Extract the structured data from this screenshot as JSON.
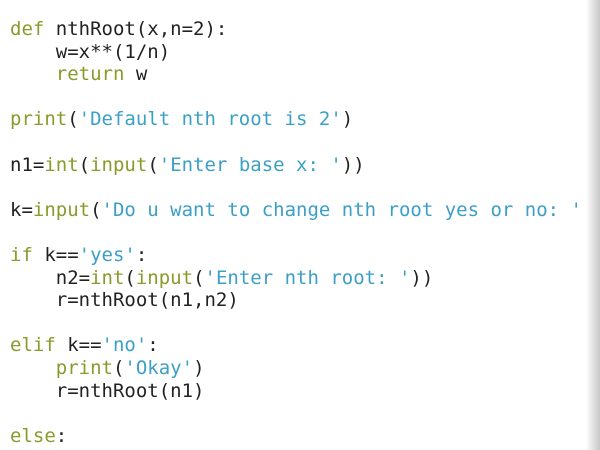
{
  "editor": {
    "colors": {
      "keyword": "#8b9a2a",
      "string": "#3b9fc6",
      "text": "#222222",
      "background": "#ffffff"
    },
    "lines": [
      [
        {
          "t": "def",
          "c": "kw"
        },
        {
          "t": " nthRoot(x,n=2):",
          "c": "txt"
        }
      ],
      [
        {
          "t": "    w=x**(1/n)",
          "c": "txt"
        }
      ],
      [
        {
          "t": "    ",
          "c": "txt"
        },
        {
          "t": "return",
          "c": "kw"
        },
        {
          "t": " w",
          "c": "txt"
        }
      ],
      [],
      [
        {
          "t": "print",
          "c": "kw"
        },
        {
          "t": "(",
          "c": "txt"
        },
        {
          "t": "'Default nth root is 2'",
          "c": "str"
        },
        {
          "t": ")",
          "c": "txt"
        }
      ],
      [],
      [
        {
          "t": "n1=",
          "c": "txt"
        },
        {
          "t": "int",
          "c": "kw"
        },
        {
          "t": "(",
          "c": "txt"
        },
        {
          "t": "input",
          "c": "kw"
        },
        {
          "t": "(",
          "c": "txt"
        },
        {
          "t": "'Enter base x: '",
          "c": "str"
        },
        {
          "t": "))",
          "c": "txt"
        }
      ],
      [],
      [
        {
          "t": "k=",
          "c": "txt"
        },
        {
          "t": "input",
          "c": "kw"
        },
        {
          "t": "(",
          "c": "txt"
        },
        {
          "t": "'Do u want to change nth root yes or no: '",
          "c": "str"
        }
      ],
      [],
      [
        {
          "t": "if",
          "c": "kw"
        },
        {
          "t": " k==",
          "c": "txt"
        },
        {
          "t": "'yes'",
          "c": "str"
        },
        {
          "t": ":",
          "c": "txt"
        }
      ],
      [
        {
          "t": "    n2=",
          "c": "txt"
        },
        {
          "t": "int",
          "c": "kw"
        },
        {
          "t": "(",
          "c": "txt"
        },
        {
          "t": "input",
          "c": "kw"
        },
        {
          "t": "(",
          "c": "txt"
        },
        {
          "t": "'Enter nth root: '",
          "c": "str"
        },
        {
          "t": "))",
          "c": "txt"
        }
      ],
      [
        {
          "t": "    r=nthRoot(n1,n2)",
          "c": "txt"
        }
      ],
      [],
      [
        {
          "t": "elif",
          "c": "kw"
        },
        {
          "t": " k==",
          "c": "txt"
        },
        {
          "t": "'no'",
          "c": "str"
        },
        {
          "t": ":",
          "c": "txt"
        }
      ],
      [
        {
          "t": "    ",
          "c": "txt"
        },
        {
          "t": "print",
          "c": "kw"
        },
        {
          "t": "(",
          "c": "txt"
        },
        {
          "t": "'Okay'",
          "c": "str"
        },
        {
          "t": ")",
          "c": "txt"
        }
      ],
      [
        {
          "t": "    r=nthRoot(n1)",
          "c": "txt"
        }
      ],
      [],
      [
        {
          "t": "else",
          "c": "kw"
        },
        {
          "t": ":",
          "c": "txt"
        }
      ]
    ]
  }
}
